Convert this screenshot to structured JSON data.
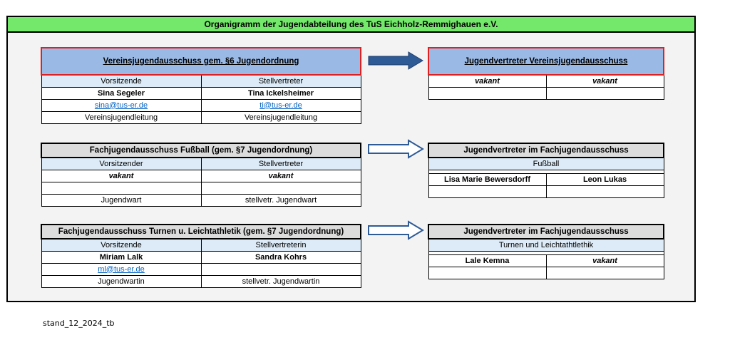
{
  "title": "Organigramm der Jugendabteilung des TuS Eichholz-Remmighauen e.V.",
  "footer": "stand_12_2024_tb",
  "colors": {
    "title_bar": "#73e86a",
    "blue_header": "#9ab9e4",
    "grey_header": "#dcdcdc",
    "label_cell": "#dcebf7",
    "red_border": "#e02020",
    "arrow_fill": "#2e5a96"
  },
  "left_tables": [
    {
      "header": "Vereinsjugendausschuss gem. §6 Jugendordnung",
      "col1_role": "Vorsitzende",
      "col2_role": "Stellvertreter",
      "col1_name": "Sina Segeler",
      "col2_name": "Tina Ickelsheimer",
      "col1_email": "sina@tus-er.de",
      "col2_email": "ti@tus-er.de",
      "col1_function": "Vereinsjugendleitung",
      "col2_function": "Vereinsjugendleitung"
    },
    {
      "header": "Fachjugendausschuss Fußball (gem. §7 Jugendordnung)",
      "col1_role": "Vorsitzender",
      "col2_role": "Stellvertreter",
      "col1_name": "vakant",
      "col2_name": "vakant",
      "col1_email": "",
      "col2_email": "",
      "col1_function": "Jugendwart",
      "col2_function": "stellvetr. Jugendwart"
    },
    {
      "header": "Fachjugendausschuss Turnen u. Leichtathletik (gem. §7 Jugendordnung)",
      "col1_role": "Vorsitzende",
      "col2_role": "Stellvertreterin",
      "col1_name": "Miriam Lalk",
      "col2_name": "Sandra Kohrs",
      "col1_email": "ml@tus-er.de",
      "col2_email": "",
      "col1_function": "Jugendwartin",
      "col2_function": "stellvetr. Jugendwartin"
    }
  ],
  "right_tables": [
    {
      "header": "Jugendvertreter Vereinsjugendausschuss",
      "name1": "vakant",
      "name2": "vakant"
    },
    {
      "header": "Jugendvertreter im Fachjugendausschuss",
      "subheader": "Fußball",
      "name1": "Lisa Marie Bewersdorff",
      "name2": "Leon Lukas"
    },
    {
      "header": "Jugendvertreter im Fachjugendausschuss",
      "subheader": "Turnen und Leichtathtlethik",
      "name1": "Lale Kemna",
      "name2": "vakant"
    }
  ]
}
